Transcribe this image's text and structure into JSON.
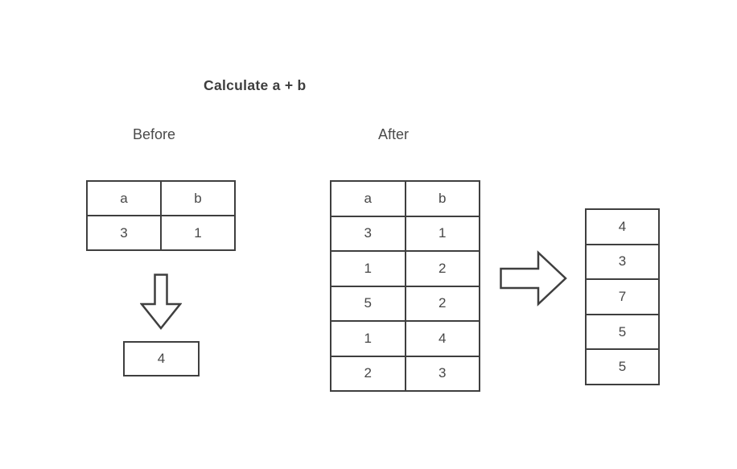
{
  "title": "Calculate a + b",
  "before": {
    "label": "Before",
    "table": {
      "headers": [
        "a",
        "b"
      ],
      "rows": [
        [
          "3",
          "1"
        ]
      ]
    },
    "result": "4"
  },
  "after": {
    "label": "After",
    "table": {
      "headers": [
        "a",
        "b"
      ],
      "rows": [
        [
          "3",
          "1"
        ],
        [
          "1",
          "2"
        ],
        [
          "5",
          "2"
        ],
        [
          "1",
          "4"
        ],
        [
          "2",
          "3"
        ]
      ]
    },
    "results": [
      "4",
      "3",
      "7",
      "5",
      "5"
    ]
  },
  "icons": {
    "down_arrow": "down-block-arrow",
    "right_arrow": "right-block-arrow"
  },
  "colors": {
    "background": "#ffffff",
    "line": "#3f3f3f",
    "text": "#474747"
  }
}
